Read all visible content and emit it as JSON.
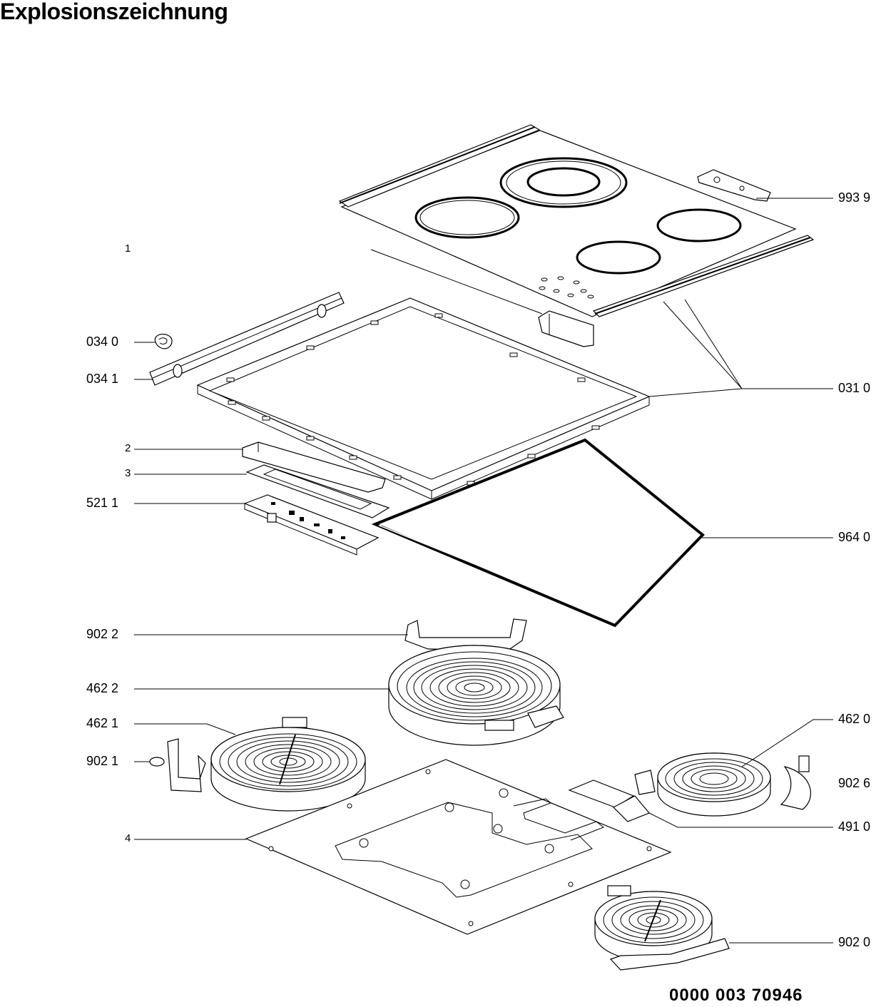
{
  "header": {
    "title": "Explosionszeichnung"
  },
  "footer": {
    "doc_number": "0000 003 70946"
  },
  "callouts": [
    {
      "id": "993-9",
      "text": "993 9"
    },
    {
      "id": "1",
      "text": "1"
    },
    {
      "id": "034-0",
      "text": "034 0"
    },
    {
      "id": "034-1",
      "text": "034 1"
    },
    {
      "id": "031-0",
      "text": "031 0"
    },
    {
      "id": "2",
      "text": "2"
    },
    {
      "id": "3",
      "text": "3"
    },
    {
      "id": "521-1",
      "text": "521 1"
    },
    {
      "id": "964-0",
      "text": "964 0"
    },
    {
      "id": "902-2",
      "text": "902 2"
    },
    {
      "id": "462-2",
      "text": "462 2"
    },
    {
      "id": "462-1",
      "text": "462 1"
    },
    {
      "id": "462-0",
      "text": "462 0"
    },
    {
      "id": "902-1",
      "text": "902 1"
    },
    {
      "id": "902-6",
      "text": "902 6"
    },
    {
      "id": "491-0",
      "text": "491 0"
    },
    {
      "id": "4",
      "text": "4"
    },
    {
      "id": "902-0",
      "text": "902 0"
    }
  ]
}
